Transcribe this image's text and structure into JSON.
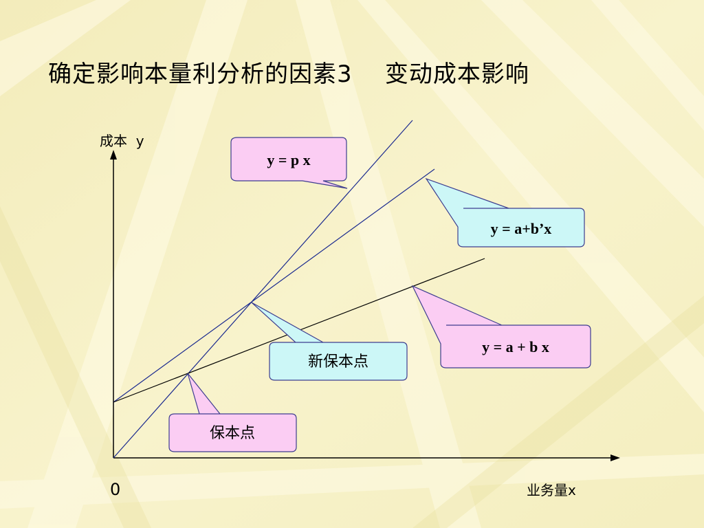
{
  "title": "确定影响本量利分析的因素3    变动成本影响",
  "axes": {
    "y_label": "成本  y",
    "x_label": "业务量x",
    "origin": "0"
  },
  "callouts": {
    "revenue": "y =  p x",
    "new_cost": "y =  a+b’x",
    "old_cost": "y =  a + b x",
    "new_breakeven": "新保本点",
    "old_breakeven": "保本点"
  },
  "colors": {
    "background": "#f7f1c4",
    "pink": "#fbcdf3",
    "cyan": "#ccf7f7",
    "line_blue": "#1b2a8f"
  }
}
